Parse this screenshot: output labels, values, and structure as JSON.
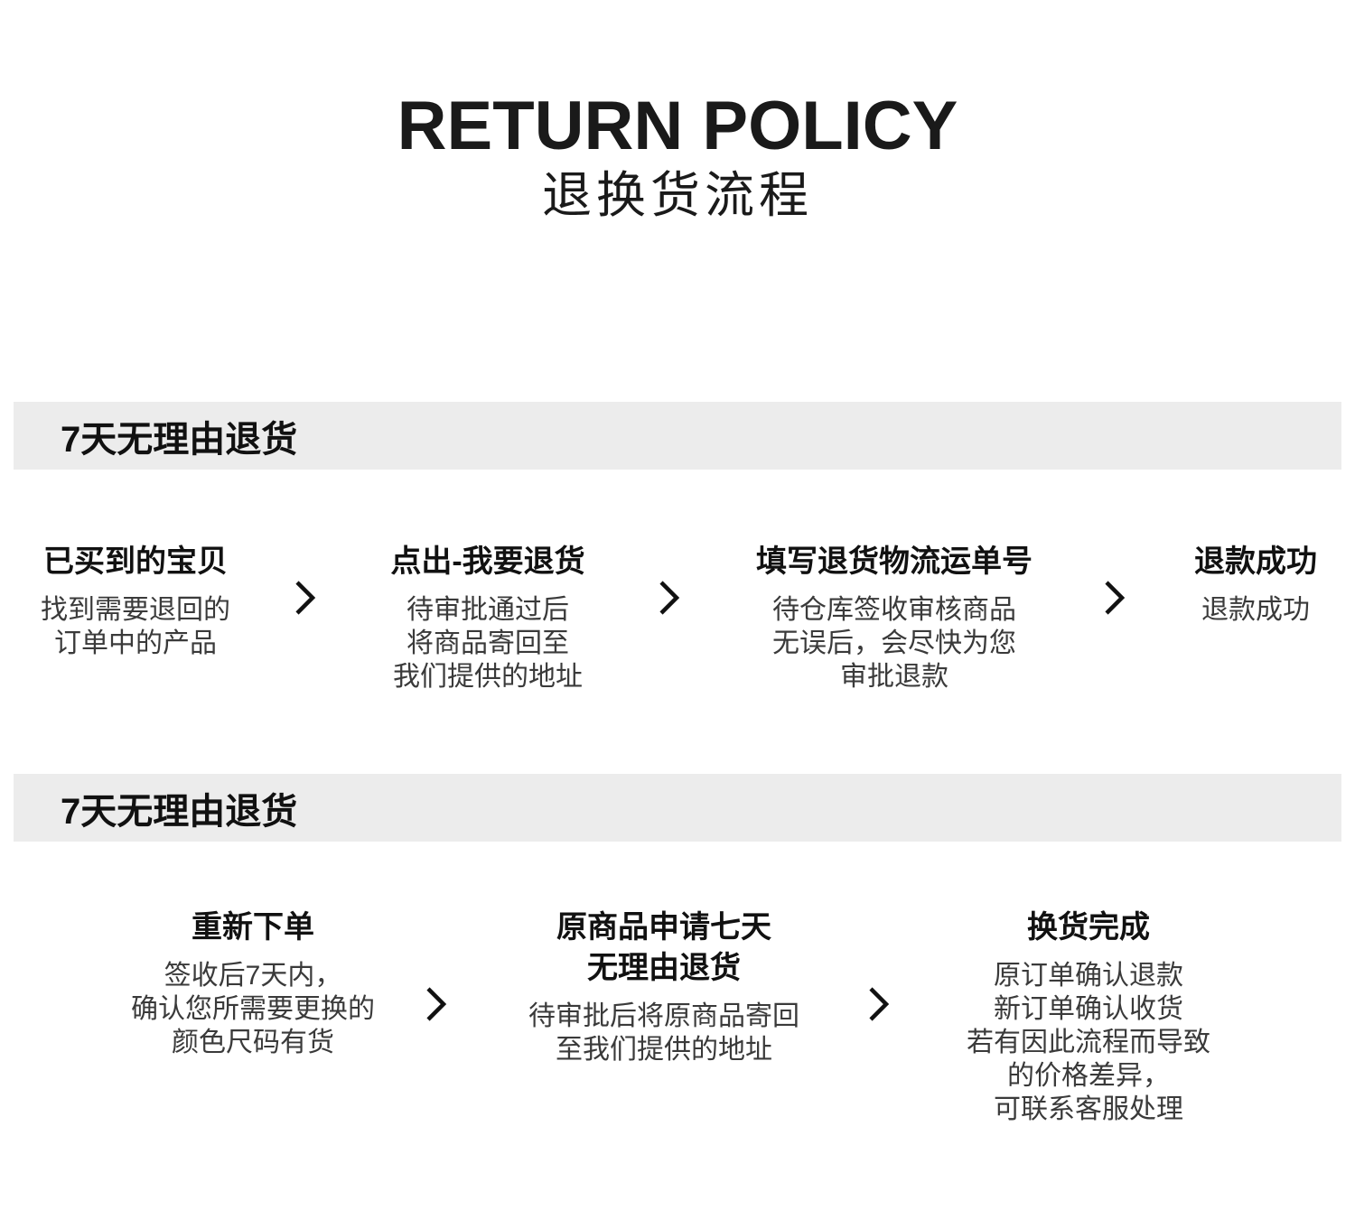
{
  "header": {
    "title": "RETURN POLICY",
    "subtitle": "退换货流程"
  },
  "section1": {
    "banner": "7天无理由退货",
    "steps": [
      {
        "title": "已买到的宝贝",
        "desc": "找到需要退回的\n订单中的产品"
      },
      {
        "title": "点出-我要退货",
        "desc": "待审批通过后\n将商品寄回至\n我们提供的地址"
      },
      {
        "title": "填写退货物流运单号",
        "desc": "待仓库签收审核商品\n无误后，会尽快为您\n审批退款"
      },
      {
        "title": "退款成功",
        "desc": "退款成功"
      }
    ]
  },
  "section2": {
    "banner": "7天无理由退货",
    "steps": [
      {
        "title": "重新下单",
        "desc": "签收后7天内，\n确认您所需要更换的\n颜色尺码有货"
      },
      {
        "title": "原商品申请七天\n无理由退货",
        "desc": "待审批后将原商品寄回\n至我们提供的地址"
      },
      {
        "title": "换货完成",
        "desc": "原订单确认退款\n新订单确认收货\n若有因此流程而导致\n的价格差异，\n可联系客服处理"
      }
    ]
  },
  "icons": {
    "chevron": "chevron-right"
  },
  "colors": {
    "banner_bg": "#ececec",
    "title_text": "#111111",
    "desc_text": "#3a3a3a"
  }
}
